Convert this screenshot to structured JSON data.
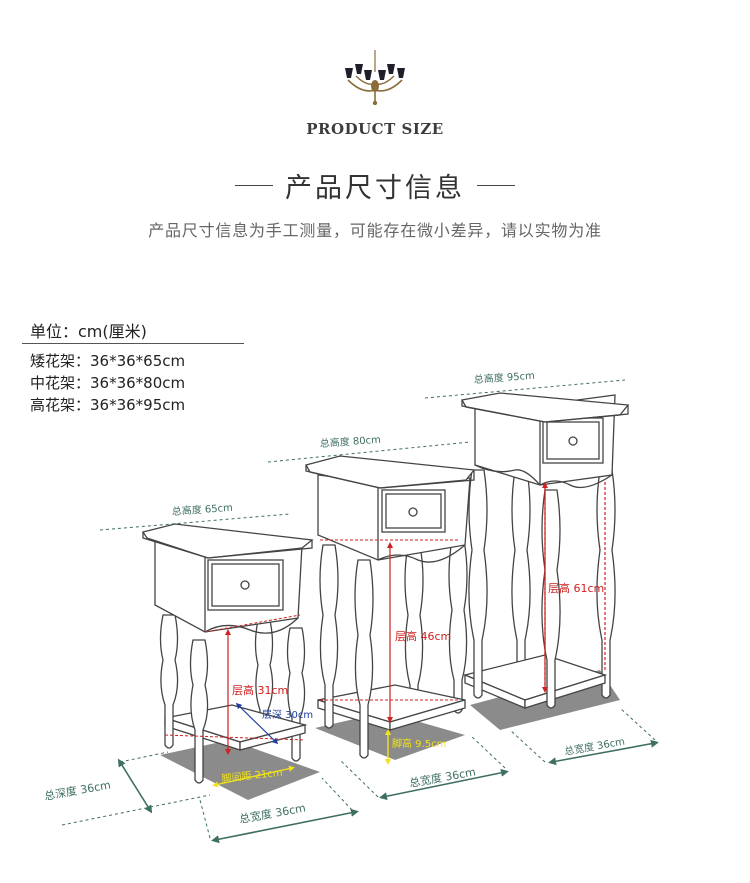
{
  "header": {
    "brand_title": "PRODUCT SIZE",
    "main_title": "产品尺寸信息",
    "subtitle": "产品尺寸信息为手工测量，可能存在微小差异，请以实物为准"
  },
  "specs": {
    "unit": "单位：cm(厘米)",
    "items": [
      "矮花架：36*36*65cm",
      "中花架：36*36*80cm",
      "高花架：36*36*95cm"
    ]
  },
  "dimensions": {
    "short": {
      "total_height": "总高度 65cm",
      "tier_height": "层高 31cm",
      "tier_depth": "层深 30cm",
      "leg_spacing": "脚间距 21cm",
      "total_depth": "总深度 36cm",
      "total_width": "总宽度 36cm"
    },
    "medium": {
      "total_height": "总高度 80cm",
      "tier_height": "层高 46cm",
      "foot_height": "脚高 9.5cm",
      "total_width": "总宽度 36cm"
    },
    "tall": {
      "total_height": "总高度 95cm",
      "tier_height": "层高 61cm",
      "total_width": "总宽度 36cm"
    }
  },
  "colors": {
    "measure_green": "#3f6e63",
    "tier_red": "#d02020",
    "depth_blue": "#1f3f9f",
    "spacing_yellow": "#f2e21a",
    "shadow": "#777777"
  }
}
